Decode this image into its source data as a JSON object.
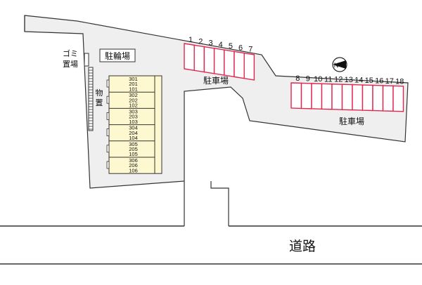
{
  "labels": {
    "bicycle_parking": "駐輪場",
    "garbage_area": "ゴミ\n置場",
    "storage": "物\n置",
    "parking_upper": "駐車場",
    "parking_lower": "駐車場",
    "road": "道路"
  },
  "units": [
    [
      "301",
      "201",
      "101"
    ],
    [
      "302",
      "202",
      "102"
    ],
    [
      "303",
      "203",
      "103"
    ],
    [
      "304",
      "204",
      "104"
    ],
    [
      "305",
      "205",
      "105"
    ],
    [
      "306",
      "206",
      "106"
    ]
  ],
  "parking_row_a": [
    "1",
    "2",
    "3",
    "4",
    "5",
    "6",
    "7"
  ],
  "parking_row_b": [
    "8",
    "9",
    "10",
    "11",
    "12",
    "13",
    "14",
    "15",
    "16",
    "17",
    "18"
  ],
  "compass": {
    "label": "N"
  },
  "colors": {
    "site_fill": "#efefef",
    "outline": "#333333",
    "parking": "#e0284f",
    "building": "#fdf8cf"
  }
}
